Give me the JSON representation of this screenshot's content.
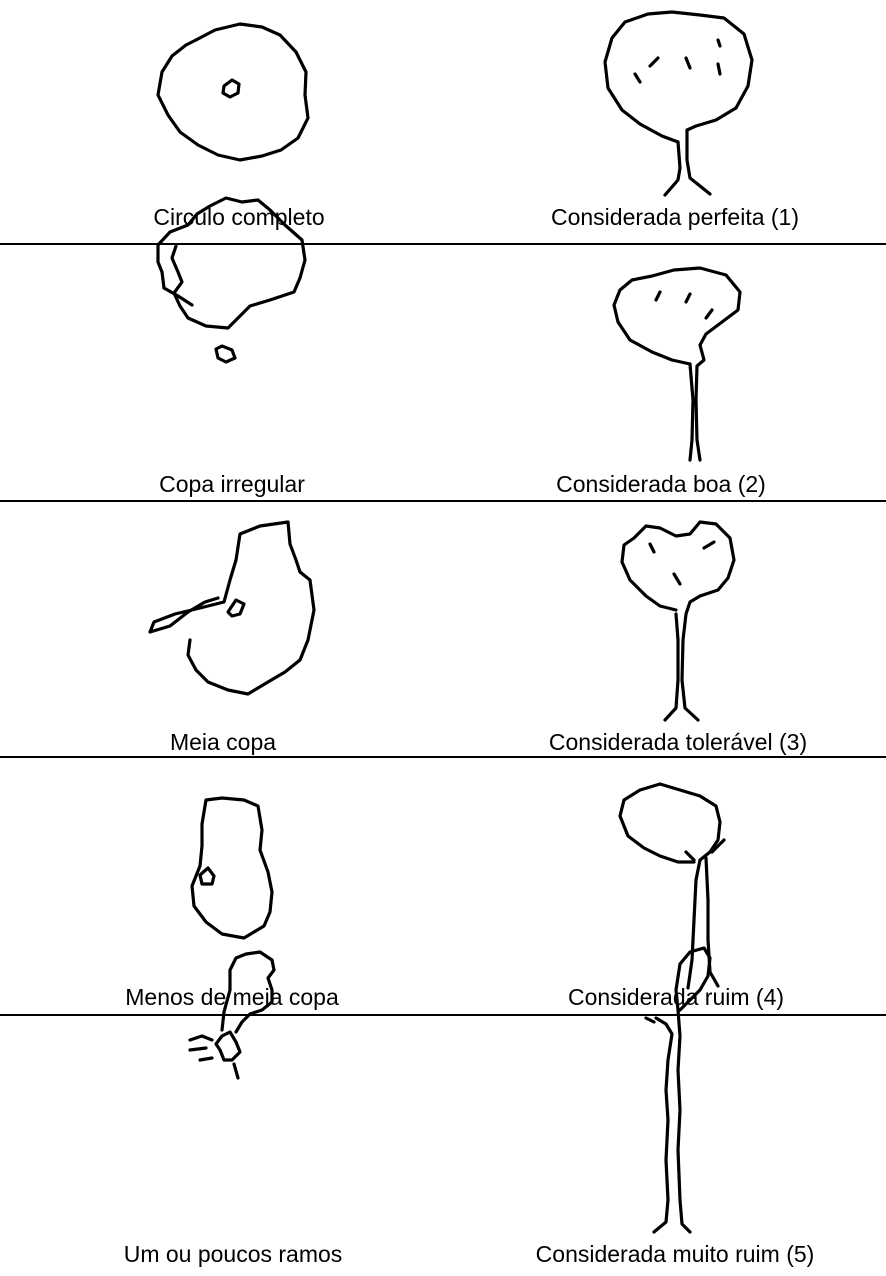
{
  "rows": [
    {
      "crown_label": "Circulo completo",
      "tree_label": "Considerada perfeita (1)"
    },
    {
      "crown_label": "Copa irregular",
      "tree_label": "Considerada boa (2)"
    },
    {
      "crown_label": "Meia copa",
      "tree_label": "Considerada tolerável (3)"
    },
    {
      "crown_label": "Menos de meia copa",
      "tree_label": "Considerada ruim (4)"
    },
    {
      "crown_label": "Um ou poucos ramos",
      "tree_label": "Considerada muito ruim (5)"
    }
  ]
}
